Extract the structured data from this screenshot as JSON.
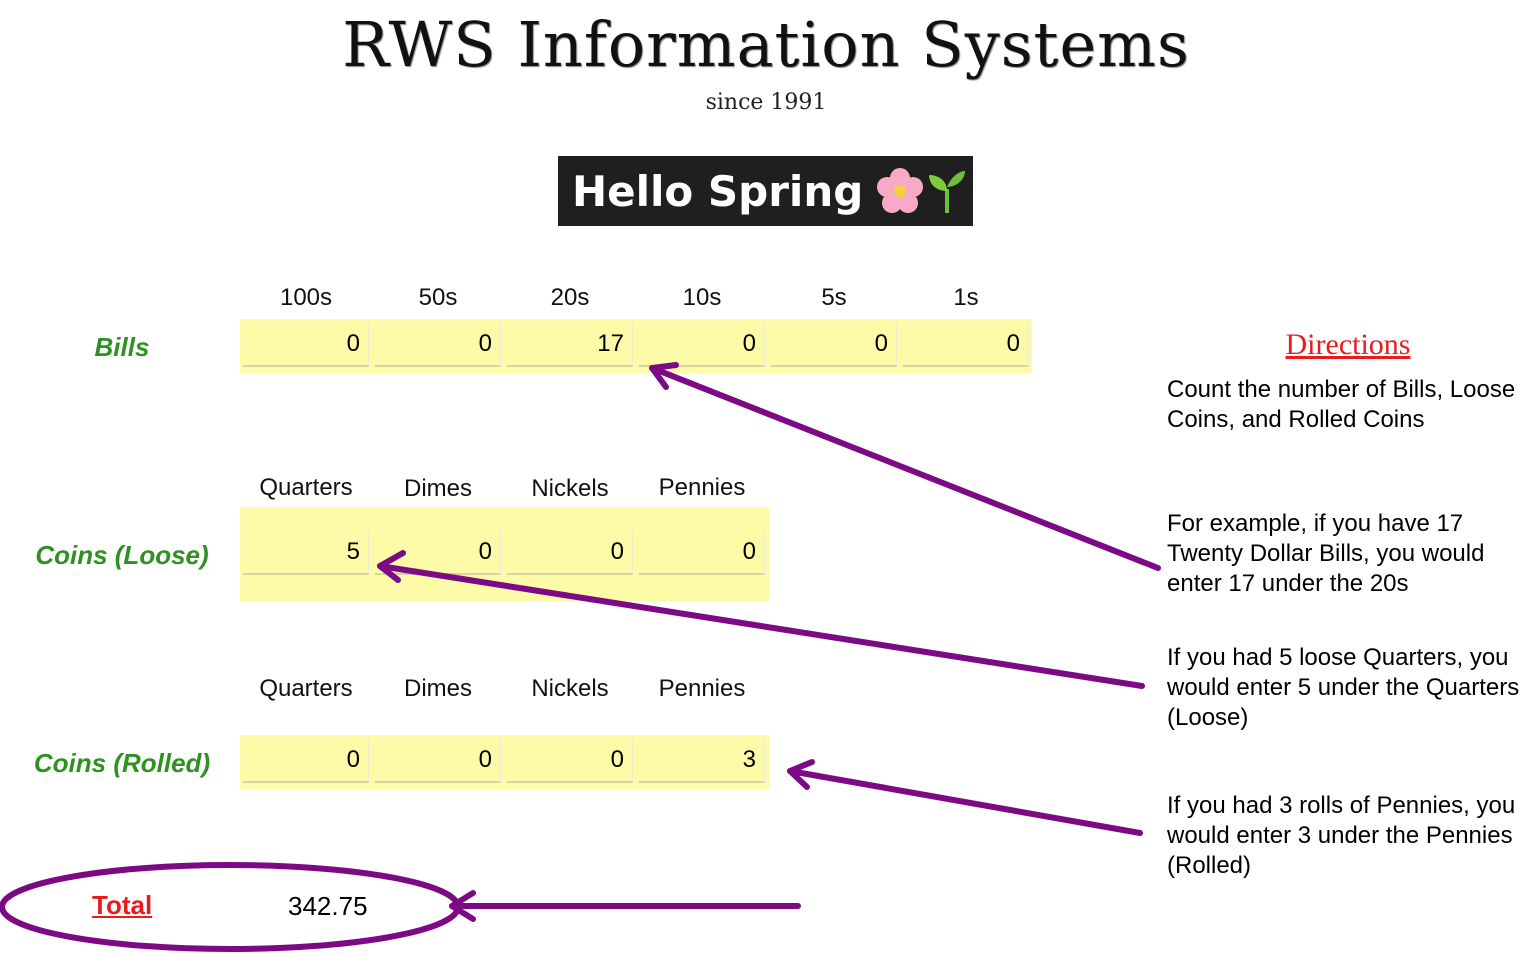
{
  "header": {
    "title": "RWS Information Systems",
    "subtitle": "since 1991",
    "banner_text": "Hello Spring"
  },
  "bills": {
    "label": "Bills",
    "columns": [
      "100s",
      "50s",
      "20s",
      "10s",
      "5s",
      "1s"
    ],
    "values": [
      "0",
      "0",
      "17",
      "0",
      "0",
      "0"
    ]
  },
  "coins_loose": {
    "label": "Coins (Loose)",
    "columns": [
      "Quarters",
      "Dimes",
      "Nickels",
      "Pennies"
    ],
    "values": [
      "5",
      "0",
      "0",
      "0"
    ]
  },
  "coins_rolled": {
    "label": "Coins (Rolled)",
    "columns": [
      "Quarters",
      "Dimes",
      "Nickels",
      "Pennies"
    ],
    "values": [
      "0",
      "0",
      "0",
      "3"
    ]
  },
  "total": {
    "label": "Total",
    "value": "342.75"
  },
  "directions": {
    "title": "Directions",
    "paragraphs": [
      "Count the number of Bills, Loose Coins, and Rolled Coins",
      "For example, if you have 17 Twenty Dollar Bills, you would enter 17 under the 20s",
      "If you had 5 loose Quarters, you would enter 5 under the Quarters (Loose)",
      "If you had 3 rolls of Pennies, you would enter 3 under the Pennies (Rolled)"
    ]
  },
  "colors": {
    "input_background": "#fdfaa8",
    "row_label_green": "#2e9122",
    "accent_red": "#e81c1c",
    "annotation_purple": "#7d0a85"
  },
  "icons": [
    "cherry-blossom-icon",
    "seedling-icon"
  ]
}
